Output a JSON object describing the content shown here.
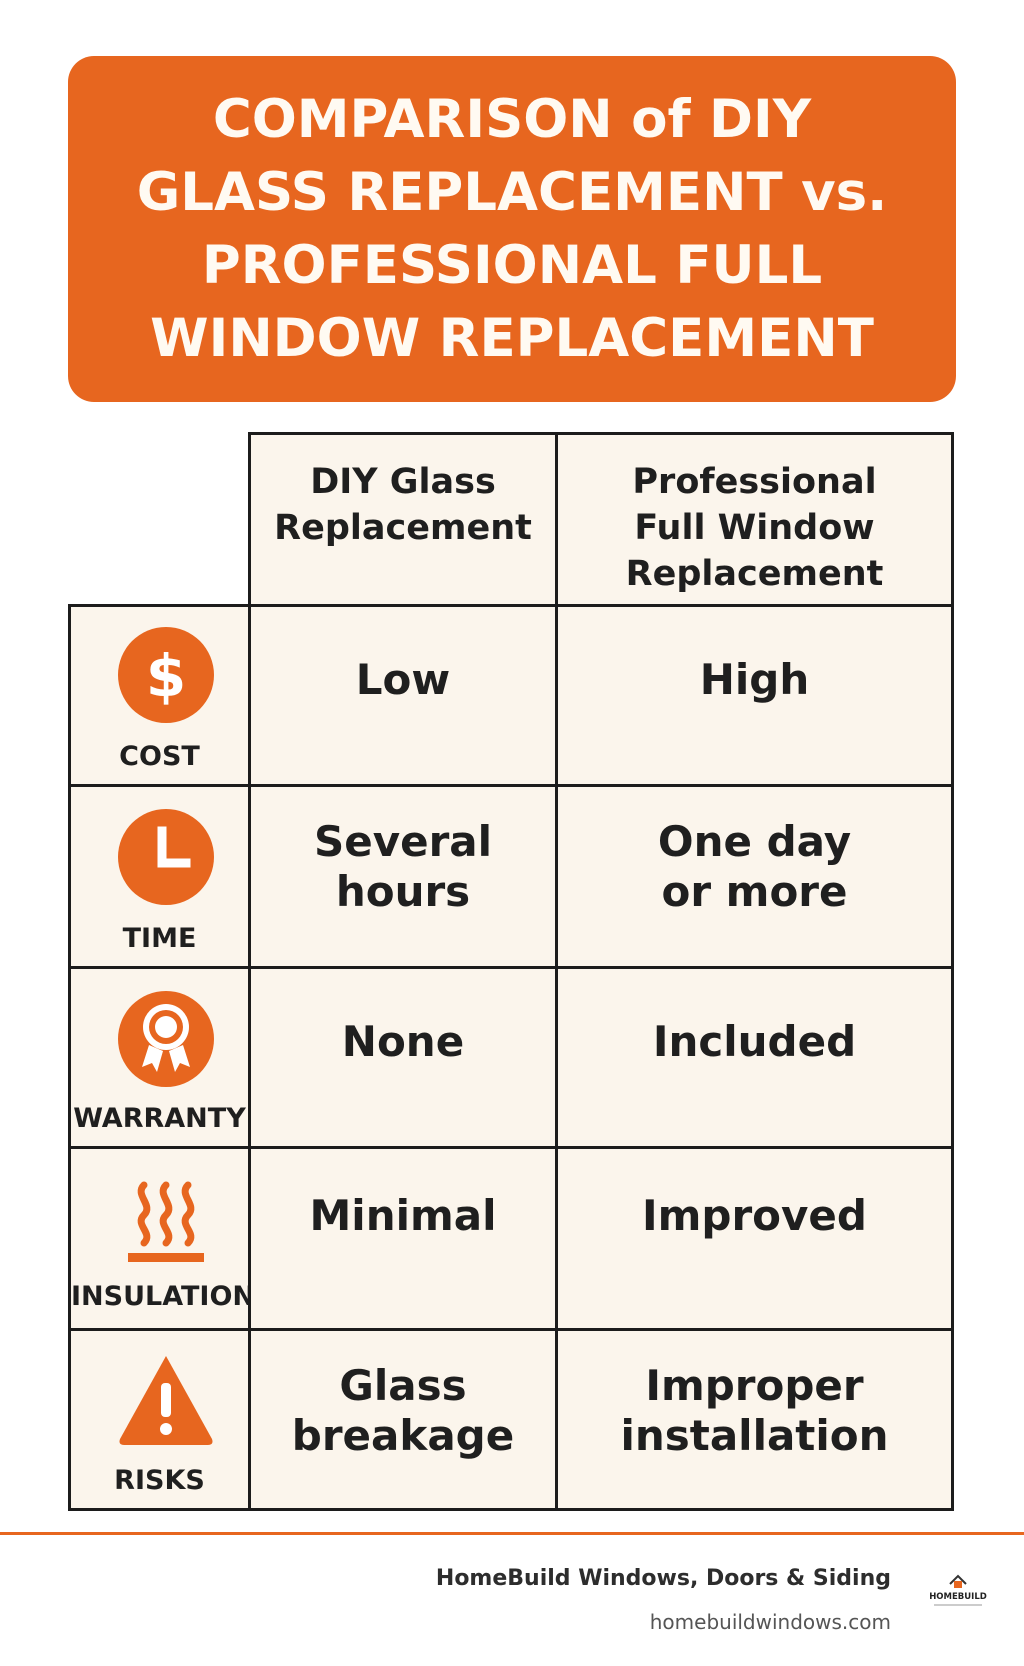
{
  "banner": {
    "title": "COMPARISON of DIY GLASS REPLACEMENT vs. PROFESSIONAL FULL WINDOW REPLACEMENT",
    "background_color": "#e7661f"
  },
  "table": {
    "headers": [
      {
        "line1": "DIY Glass",
        "line2": "Replacement"
      },
      {
        "line1": "Professional",
        "line2": "Full Window",
        "line3": "Replacement"
      }
    ],
    "rows": [
      {
        "label": "COST",
        "icon": "dollar-icon",
        "diy": "Low",
        "pro": "High"
      },
      {
        "label": "TIME",
        "icon": "clock-icon",
        "diy": "Several hours",
        "pro": "One day or more"
      },
      {
        "label": "WARRANTY",
        "icon": "award-ribbon-icon",
        "diy": "None",
        "pro": "Included"
      },
      {
        "label": "INSULATION",
        "icon": "heat-waves-icon",
        "diy": "Minimal",
        "pro": "Improved"
      },
      {
        "label": "RISKS",
        "icon": "warning-triangle-icon",
        "diy": "Glass breakage",
        "pro": "Improper installation"
      }
    ],
    "cell_background": "#fbf5ec",
    "icon_color": "#e7661f"
  },
  "footer": {
    "company": "HomeBuild Windows, Doors & Siding",
    "url": "homebuildwindows.com",
    "logo_text": "HOMEBUILD",
    "logo_icon": "house-logo-icon"
  }
}
